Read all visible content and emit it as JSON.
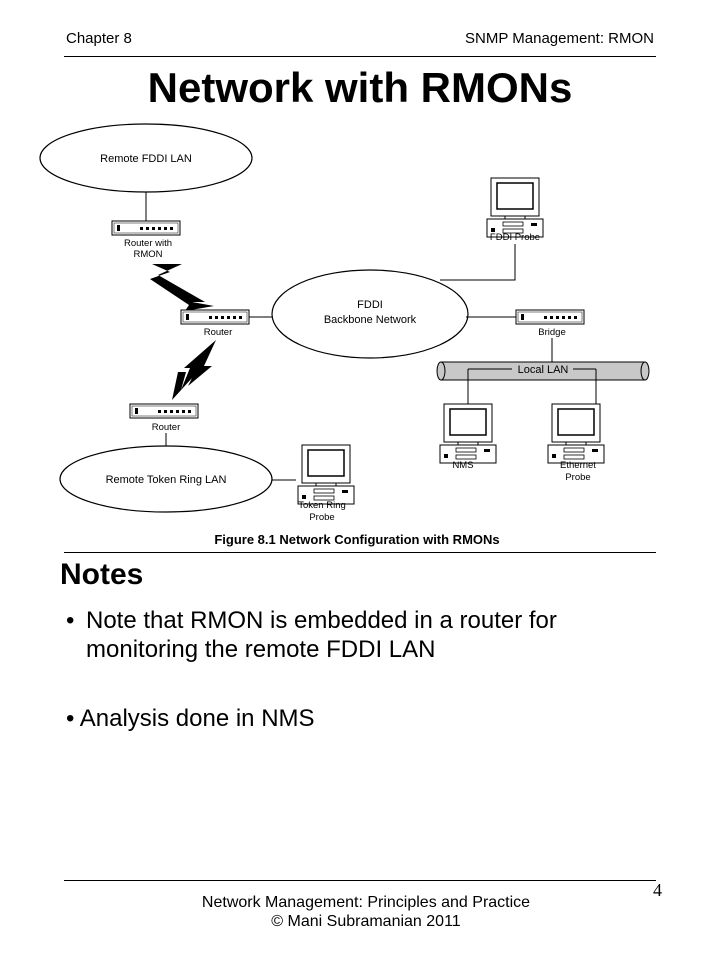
{
  "header": {
    "left": "Chapter 8",
    "right": "SNMP Management:  RMON"
  },
  "title": "Network with RMONs",
  "diagram": {
    "caption": "Figure 8.1  Network Configuration with RMONs",
    "labels": {
      "remote_fddi_lan": "Remote FDDI LAN",
      "router_rmon_1": "Router with",
      "router_rmon_2": "RMON",
      "fddi_probe": "FDDI Probe",
      "fddi_1": "FDDI",
      "fddi_2": "Backbone Network",
      "router": "Router",
      "bridge": "Bridge",
      "local_lan": "Local LAN",
      "router_2": "Router",
      "nms": "NMS",
      "ethernet_probe_1": "Ethernet",
      "ethernet_probe_2": "Probe",
      "remote_token_ring": "Remote Token Ring LAN",
      "token_ring_probe_1": "Token Ring",
      "token_ring_probe_2": "Probe"
    }
  },
  "notes": {
    "heading": "Notes",
    "items": [
      "Note that RMON is embedded in  a router for monitoring the remote FDDI LAN",
      "Analysis done in NMS"
    ],
    "bullet": "•"
  },
  "page_number": "4",
  "footer": {
    "line1": "Network Management: Principles and Practice",
    "line2": "©  Mani Subramanian 2011"
  }
}
